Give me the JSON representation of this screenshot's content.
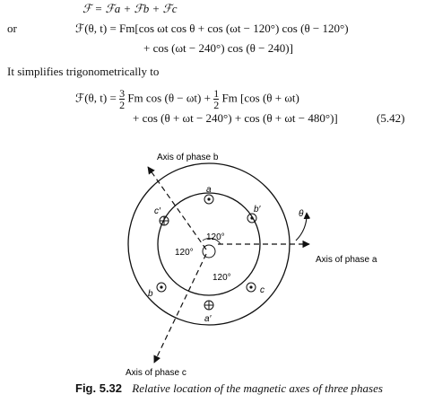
{
  "equations": {
    "sum": "ℱ = ℱa + ℱb + ℱc",
    "or_word": "or",
    "line1": "ℱ(θ, t) = Fm[cos ωt cos θ + cos (ωt − 120°) cos (θ − 120°)",
    "line2": "+ cos (ωt − 240°) cos (θ − 240)]",
    "simplifies": "It simplifies trigonometrically to",
    "line3a": "ℱ(θ, t) =",
    "frac_num": "3",
    "frac_den": "2",
    "line3b": "Fm cos (θ − ωt) +",
    "frac2_num": "1",
    "frac2_den": "2",
    "line3c": "Fm [cos (θ + ωt)",
    "line4": "+ cos (θ + ωt − 240°) + cos (θ + ωt − 480°)]",
    "eq_number": "(5.42)"
  },
  "figure": {
    "axis_b": "Axis of phase b",
    "axis_a": "Axis of phase a",
    "axis_c": "Axis of phase c",
    "theta": "θ",
    "angle_top": "120°",
    "angle_left": "120°",
    "angle_bottom": "120°",
    "coil_a": "a",
    "coil_a_prime": "a′",
    "coil_b": "b",
    "coil_b_prime": "b′",
    "coil_c": "c",
    "coil_c_prime": "c′"
  },
  "caption": {
    "number": "Fig. 5.32",
    "text": "Relative location of the magnetic axes of three phases"
  }
}
